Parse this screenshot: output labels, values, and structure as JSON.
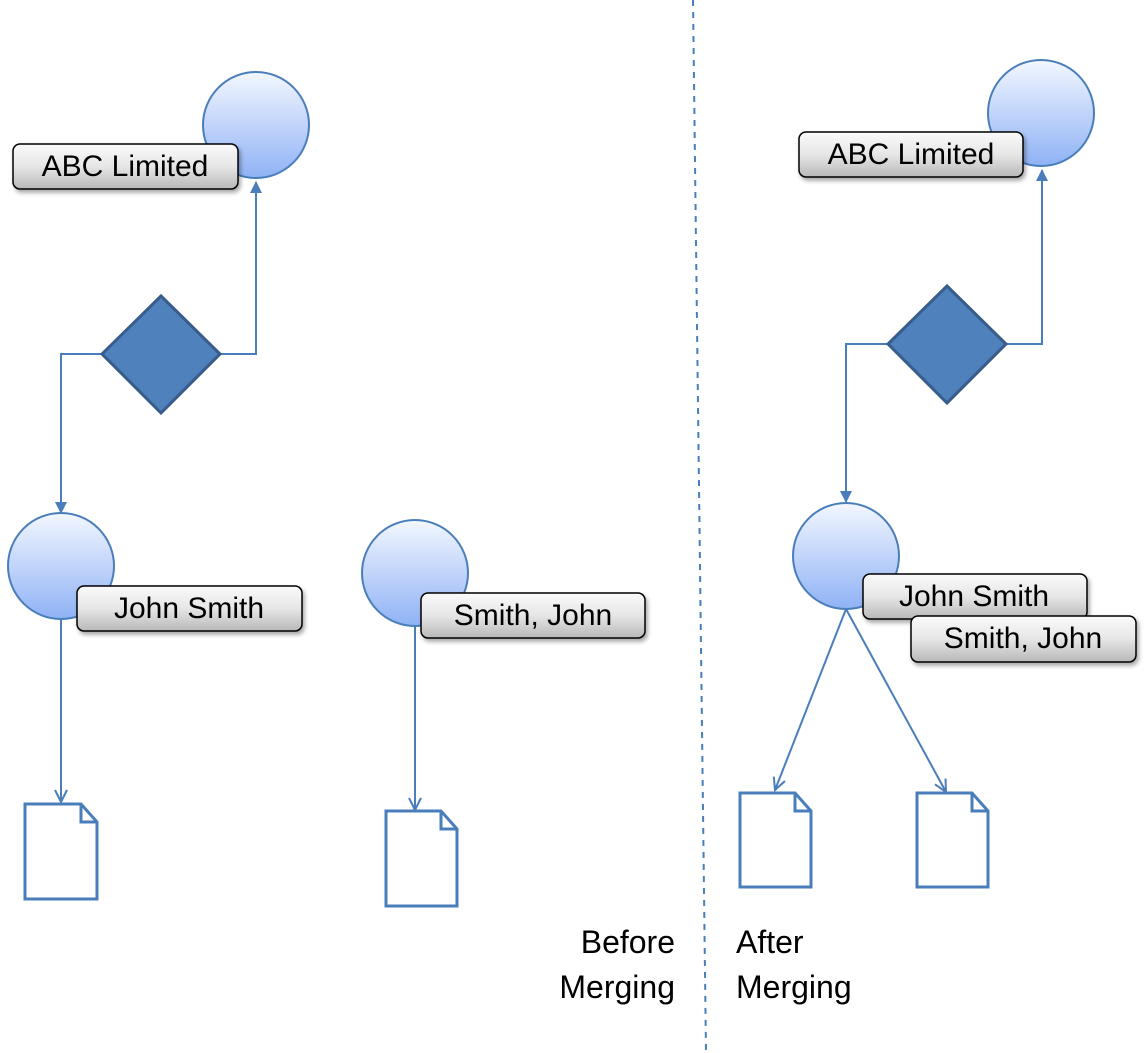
{
  "colors": {
    "line": "#4a7ebb",
    "node_fill_top": "#f3f7ff",
    "node_fill_bottom": "#8fb2f5",
    "diamond_fill": "#4f81bd",
    "diamond_stroke": "#385d8a",
    "label_fill_top": "#f8f8f8",
    "label_fill_bottom": "#b8b8b8",
    "divider": "#4a7ebb"
  },
  "before": {
    "org_label": "ABC Limited",
    "person_label": "John Smith",
    "variant_label": "Smith, John",
    "caption_line1": "Before",
    "caption_line2": "Merging"
  },
  "after": {
    "org_label": "ABC Limited",
    "person_label": "John Smith",
    "variant_label": "Smith, John",
    "caption_line1": "After",
    "caption_line2": "Merging"
  }
}
